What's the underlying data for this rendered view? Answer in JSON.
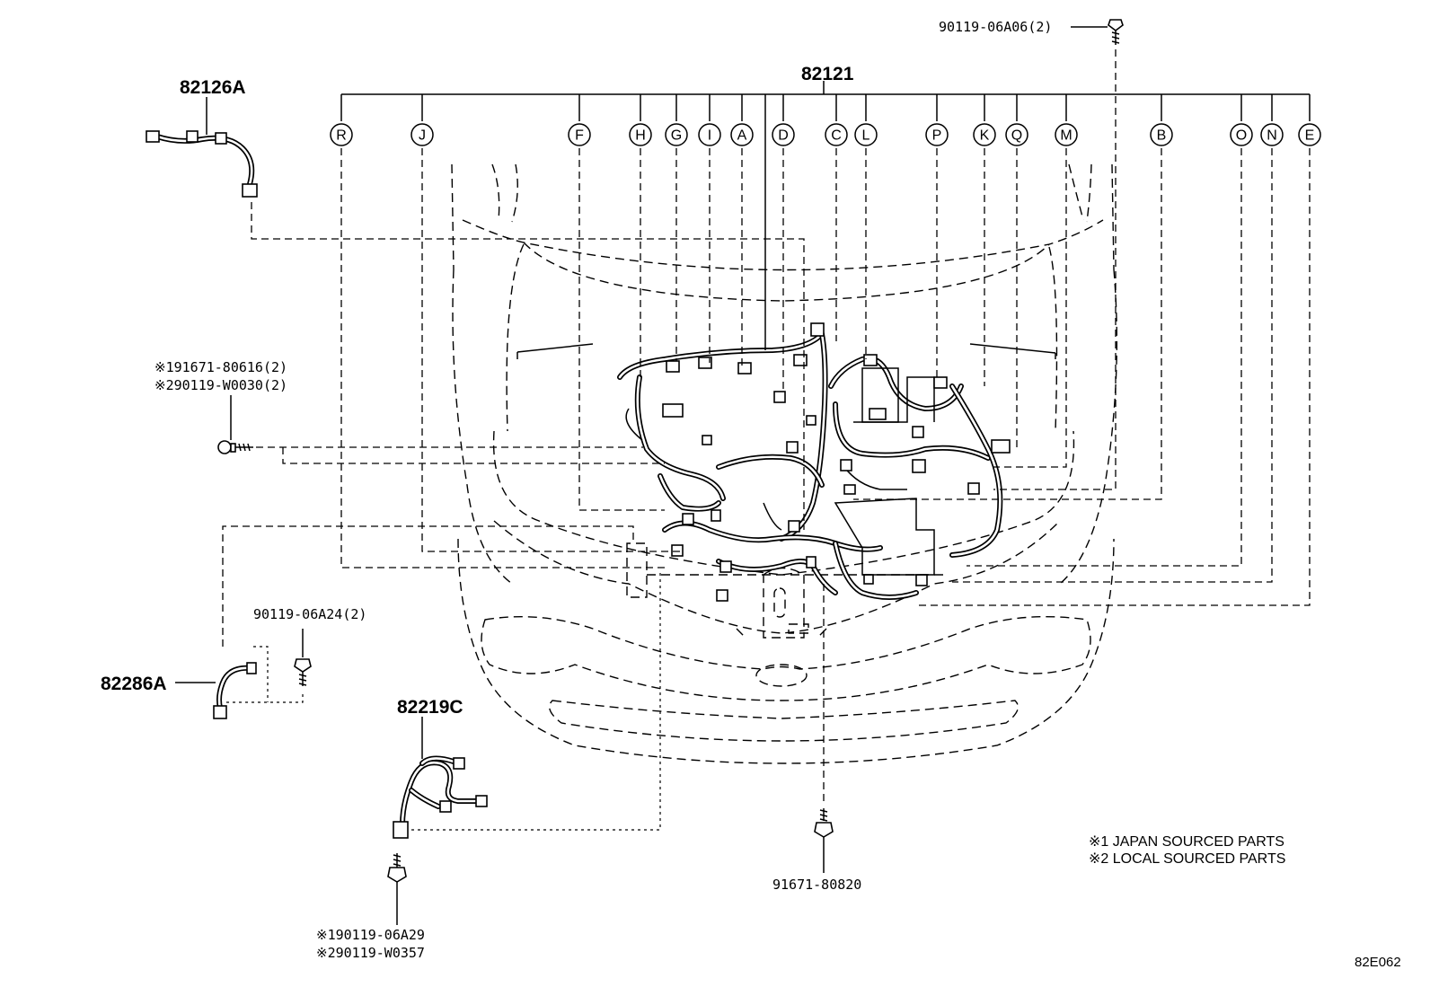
{
  "main_harness": {
    "part_number": "82121"
  },
  "callouts": [
    "R",
    "J",
    "F",
    "H",
    "G",
    "I",
    "A",
    "D",
    "C",
    "L",
    "P",
    "K",
    "Q",
    "M",
    "B",
    "O",
    "N",
    "E"
  ],
  "parts": {
    "harness_82126A": "82126A",
    "harness_82286A": "82286A",
    "harness_82219C": "82219C",
    "bolt_top_right": "90119-06A06(2)",
    "bolt_left_1": "※191671-80616(2)",
    "bolt_left_2": "※290119-W0030(2)",
    "bolt_mid_left": "90119-06A24(2)",
    "bolt_bottom_1": "※190119-06A29",
    "bolt_bottom_2": "※290119-W0357",
    "bolt_bottom_center": "91671-80820"
  },
  "notes": {
    "note1": "※1 JAPAN SOURCED PARTS",
    "note2": "※2 LOCAL SOURCED PARTS"
  },
  "diagram_code": "82E062"
}
